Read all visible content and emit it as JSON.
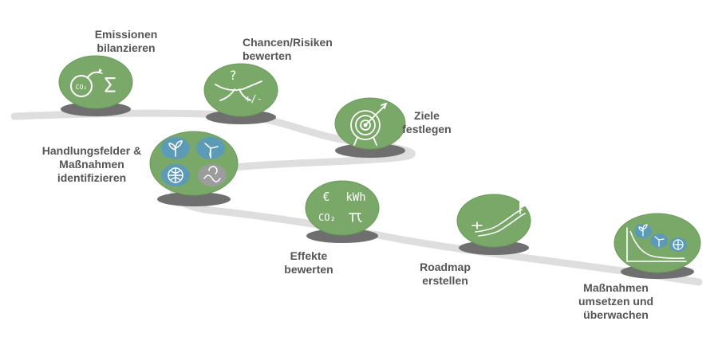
{
  "steps": [
    {
      "label": "Emissionen\nbilanzieren",
      "icon": "bomb-sigma-icon"
    },
    {
      "label": "Chancen/Risiken\nbewerten",
      "icon": "balance-person-icon"
    },
    {
      "label": "Ziele\nfestlegen",
      "icon": "target-arrow-icon"
    },
    {
      "label": "Handlungsfelder &\nMaßnahmen\nidentifizieren",
      "icon": "action-fields-icon"
    },
    {
      "label": "Effekte\nbewerten",
      "icon": "units-icon"
    },
    {
      "label": "Roadmap\nerstellen",
      "icon": "road-flag-icon"
    },
    {
      "label": "Maßnahmen\numsetzen und\nüberwachen",
      "icon": "monitor-chart-icon"
    }
  ],
  "chalk": {
    "sigma": "Σ",
    "bomb_mark": "CO₂",
    "question_mark": "?",
    "plus_minus": "+/-",
    "euro": "€",
    "kwh": "kWh",
    "co2": "CO₂"
  },
  "colors": {
    "badge_green": "#7aa869",
    "badge_border": "#6a9a5a",
    "shadow": "#6f6f6f",
    "road": "#dedede",
    "tile_blue": "#5b9bb8",
    "tile_gray": "#9c9c9c",
    "label": "#555555"
  }
}
